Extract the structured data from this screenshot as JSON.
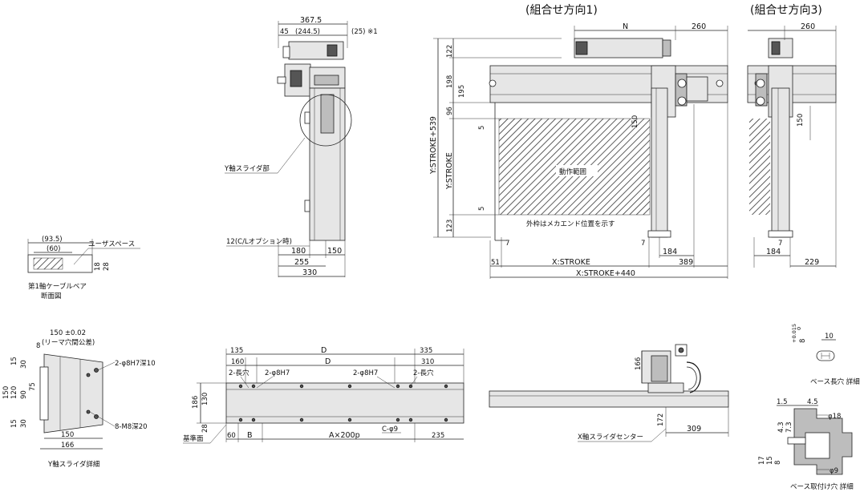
{
  "headings": {
    "combo1": "(組合せ方向1)",
    "combo3": "(組合せ方向3)"
  },
  "labels": {
    "y_slider_part": "Y軸スライダ部",
    "cl_option": "12(C/Lオプション時)",
    "operating_range": "動作範囲",
    "outer_frame": "外枠はメカエンド位置を示す",
    "user_space": "ユーザスペース",
    "cable_bear_1": "第1軸ケーブルベア",
    "cable_bear_2": "断面図",
    "reamer_1": "150 ±0.02",
    "reamer_2": "(リーマ穴間公差)",
    "pin_hole": "2-φ8H7深10",
    "m8_hole": "8-M8深20",
    "y_slider_detail": "Y軸スライダ詳細",
    "long_hole_1": "2-長穴",
    "long_hole_2": "2-長穴",
    "pin_8h7_1": "2-φ8H7",
    "pin_8h7_2": "2-φ8H7",
    "ref_surface": "基準面",
    "c_phi9": "C-φ9",
    "x_slider_center": "X軸スライダセンター",
    "base_long_hole": "ベース長穴 詳細",
    "base_mount_hole": "ベース取付け穴 詳細",
    "x_stroke": "X:STROKE",
    "x_stroke_440": "X:STROKE+440",
    "y_stroke": "Y:STROKE",
    "y_stroke_539": "Y:STROKE+539",
    "n": "N",
    "d_outer": "D",
    "d_inner": "D",
    "a200p": "A×200p",
    "b": "B",
    "tol_top": "+0.015",
    "tol_bottom": "0",
    "eight": "8",
    "phi18": "φ18",
    "phi9": "φ9"
  },
  "dims": {
    "d367_5": "367.5",
    "d45": "45",
    "d244_5": "(244.5)",
    "d25": "(25) ※1",
    "d180": "180",
    "d150a": "150",
    "d255": "255",
    "d330": "330",
    "d93_5": "(93.5)",
    "d60p": "(60)",
    "d18": "18",
    "d28a": "28",
    "d8a": "8",
    "d15a": "15",
    "d30a": "30",
    "d150b": "150",
    "d120": "120",
    "d90": "90",
    "d75": "75",
    "d15b": "15",
    "d30b": "30",
    "d150c": "150",
    "d166a": "166",
    "d135": "135",
    "d335": "335",
    "d160": "160",
    "d310": "310",
    "d186": "186",
    "d130": "130",
    "d28b": "28",
    "d60": "60",
    "d235": "235",
    "d166b": "166",
    "d172": "172",
    "d309": "309",
    "d260a": "260",
    "d122": "122",
    "d198": "198",
    "d195": "195",
    "d96": "96",
    "d5a": "5",
    "d5b": "5",
    "d123": "123",
    "d150d": "150",
    "d7a": "7",
    "d7b": "7",
    "d51": "51",
    "d184a": "184",
    "d389": "389",
    "d260b": "260",
    "d150e": "150",
    "d7c": "7",
    "d184b": "184",
    "d229": "229",
    "d10": "10",
    "d1_5": "1.5",
    "d4_5": "4.5",
    "d7_3": "7.3",
    "d4_3": "4.3",
    "d17": "17",
    "d15c": "15",
    "d8b": "8"
  }
}
